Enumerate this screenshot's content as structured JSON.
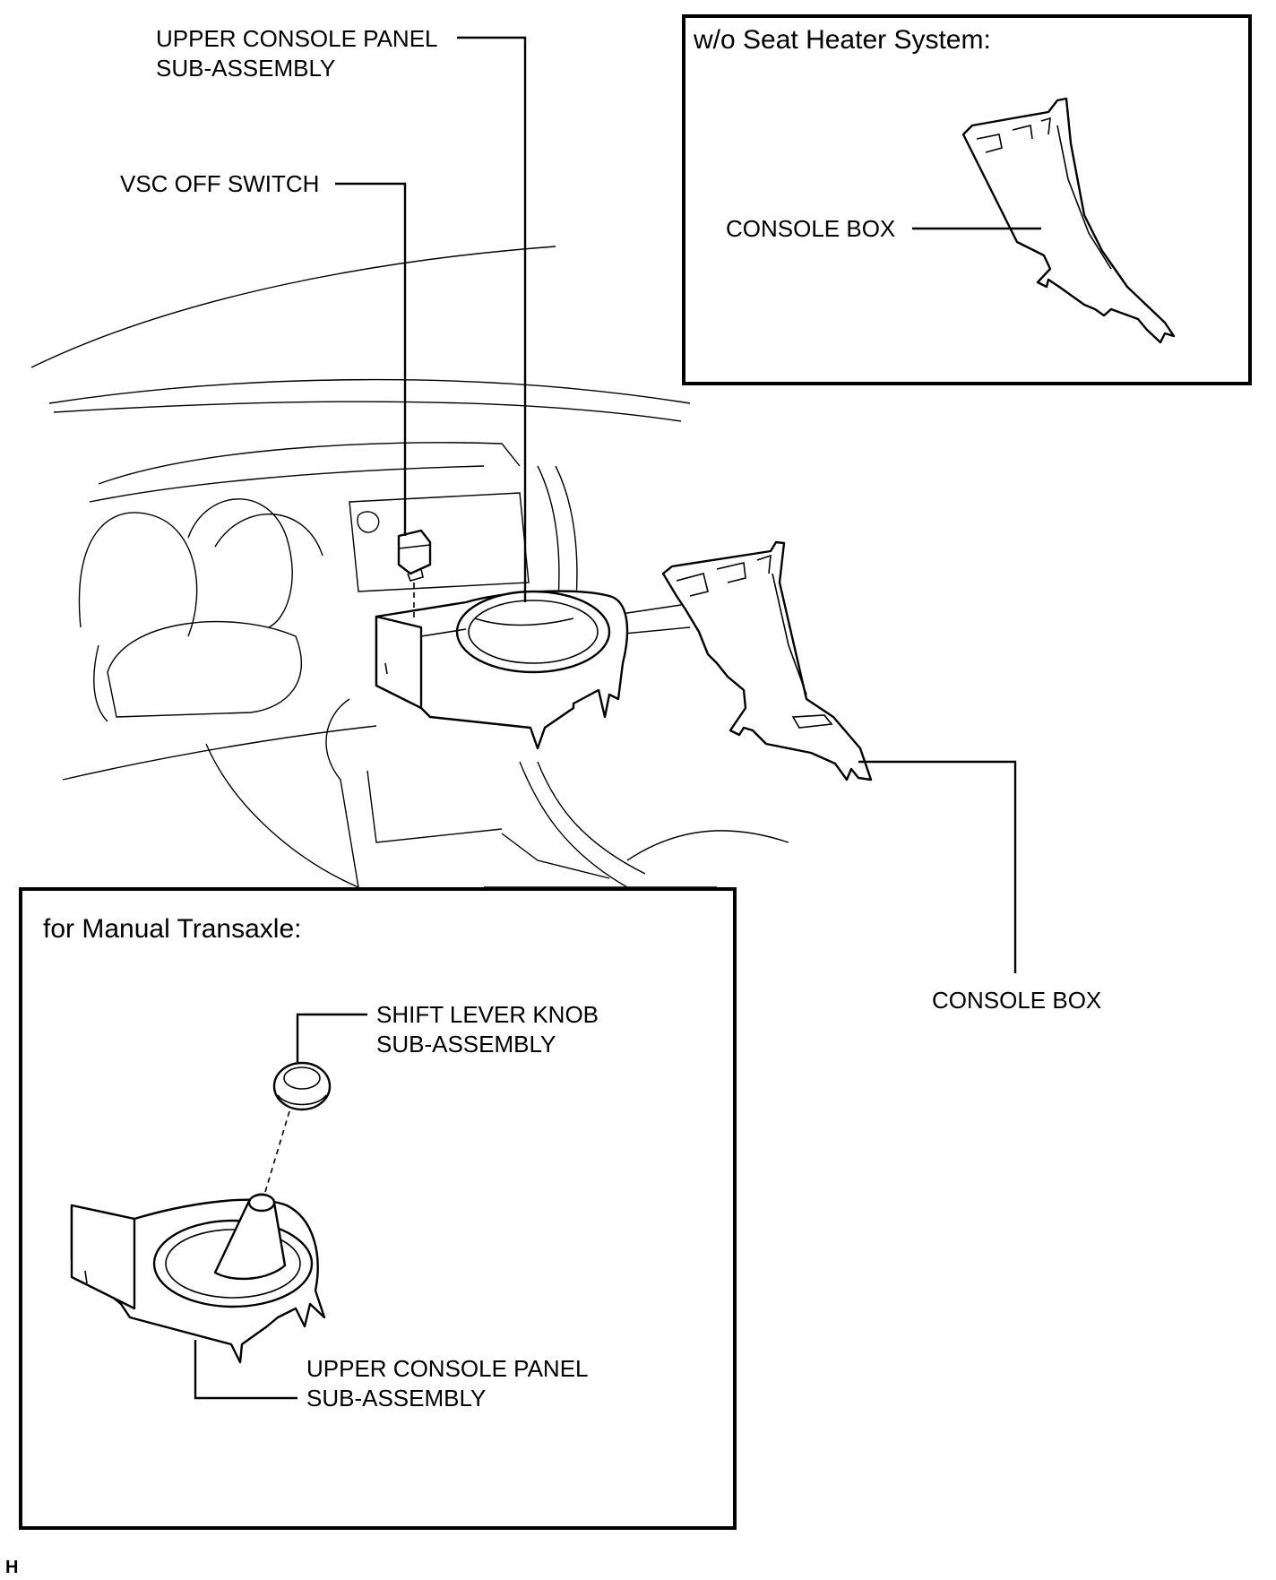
{
  "labels": {
    "upper_console_panel_line1": "UPPER CONSOLE PANEL",
    "upper_console_panel_line2": "SUB-ASSEMBLY",
    "vsc_off_switch": "VSC OFF SWITCH",
    "console_box_main": "CONSOLE BOX",
    "console_box_inset": "CONSOLE BOX",
    "shift_lever_knob_line1": "SHIFT LEVER KNOB",
    "shift_lever_knob_line2": "SUB-ASSEMBLY",
    "mt_upper_console_panel_line1": "UPPER CONSOLE PANEL",
    "mt_upper_console_panel_line2": "SUB-ASSEMBLY"
  },
  "insets": {
    "seat_heater_title": "w/o Seat Heater System:",
    "manual_transaxle_title": "for Manual Transaxle:"
  },
  "figure_code": "H"
}
